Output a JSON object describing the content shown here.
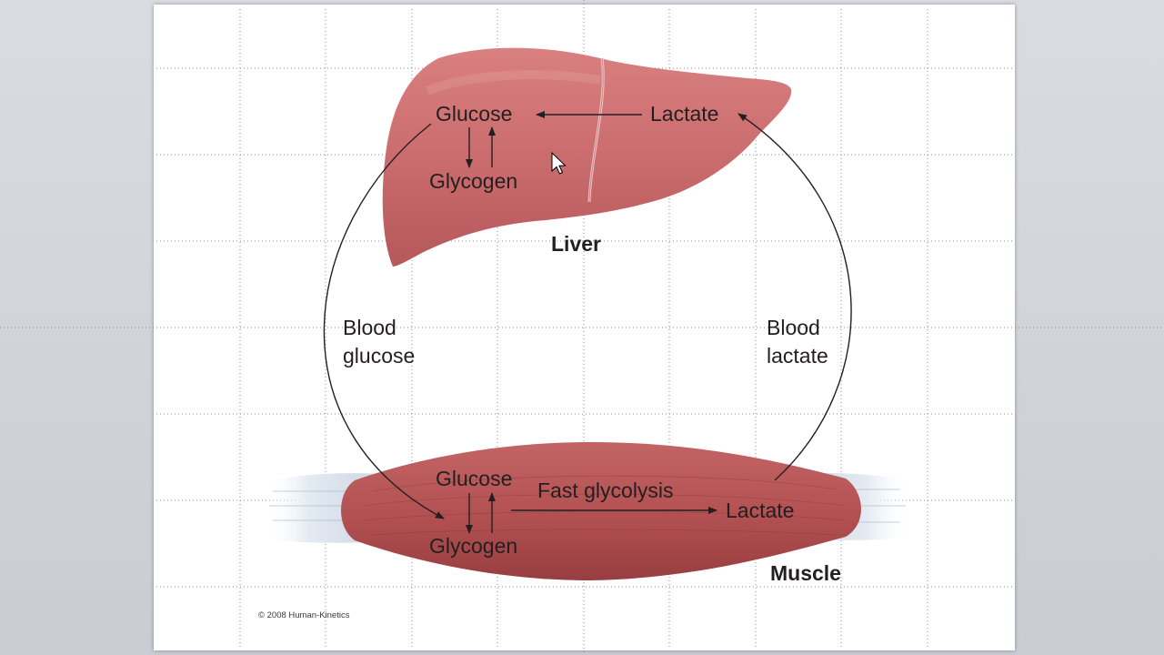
{
  "diagram": {
    "liver": {
      "name": "Liver",
      "glucose": "Glucose",
      "lactate": "Lactate",
      "glycogen": "Glycogen"
    },
    "muscle": {
      "name": "Muscle",
      "glucose": "Glucose",
      "glycogen": "Glycogen",
      "lactate": "Lactate",
      "process": "Fast glycolysis"
    },
    "blood_glucose": {
      "line1": "Blood",
      "line2": "glucose"
    },
    "blood_lactate": {
      "line1": "Blood",
      "line2": "lactate"
    },
    "copyright": "© 2008 Human-Kinetics",
    "colors": {
      "liver": "#c9686a",
      "muscle": "#b85252",
      "tendon": "#dfe6ef",
      "text": "#231f20",
      "arrow": "#231f20",
      "gridline": "#8a8a8a"
    }
  }
}
